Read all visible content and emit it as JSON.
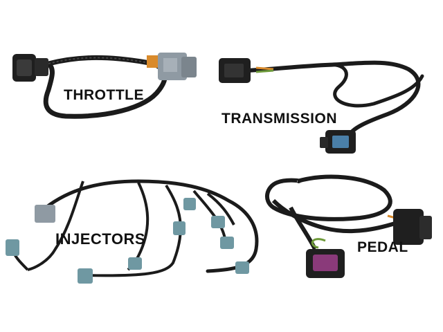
{
  "labels": {
    "throttle": "THROTTLE",
    "transmission": "TRANSMISSION",
    "injectors": "INJECTORS",
    "pedal": "PEDAL"
  },
  "colors": {
    "background": "#ffffff",
    "braid": "#1b1b1b",
    "connector_dark": "#222222",
    "connector_gray": "#8f9aa3",
    "connector_teal": "#6f98a2",
    "wire_green": "#6e9a3a",
    "wire_orange": "#d98a2b",
    "text": "#111111"
  }
}
